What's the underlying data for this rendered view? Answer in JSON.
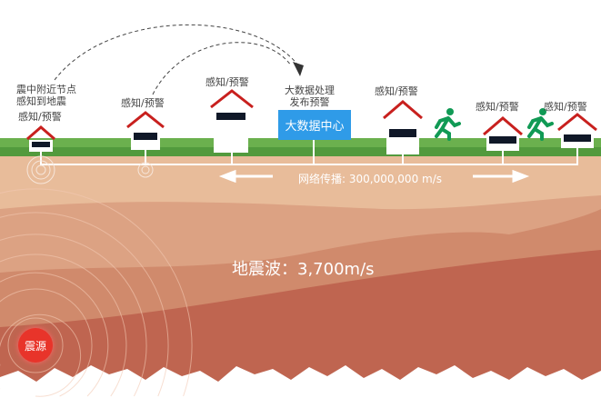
{
  "labels": {
    "epicenter_node": "震中附近节点",
    "epicenter_node_2": "感知到地震",
    "sense_warn": "感知/预警",
    "data_process": "大数据处理",
    "data_process_2": "发布预警"
  },
  "data_center": "大数据中心",
  "network_speed": "网络传播: 300,000,000 m/s",
  "seismic_speed": "地震波：3,700m/s",
  "epicenter": "震源",
  "colors": {
    "grass": "#5fa545",
    "soil": "#e6b896",
    "deep": "#c0654f",
    "roof": "#c8201e",
    "center": "#2f9be8",
    "runner": "#119a55",
    "epicenter": "#e8342a"
  }
}
